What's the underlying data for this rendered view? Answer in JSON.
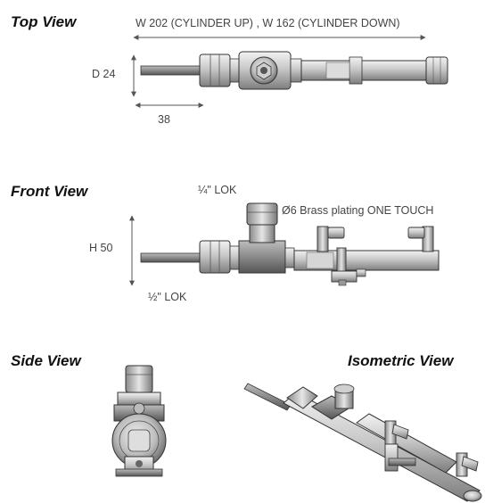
{
  "views": {
    "top": "Top View",
    "front": "Front View",
    "side": "Side View",
    "isometric": "Isometric View"
  },
  "dimensions": {
    "width": "W 202 (CYLINDER UP) , W 162 (CYLINDER DOWN)",
    "depth": "D 24",
    "offset": "38",
    "height": "H 50"
  },
  "callouts": {
    "quarter_lok": "¼\" LOK",
    "half_lok": "½\" LOK",
    "one_touch": "Ø6 Brass plating ONE TOUCH"
  }
}
